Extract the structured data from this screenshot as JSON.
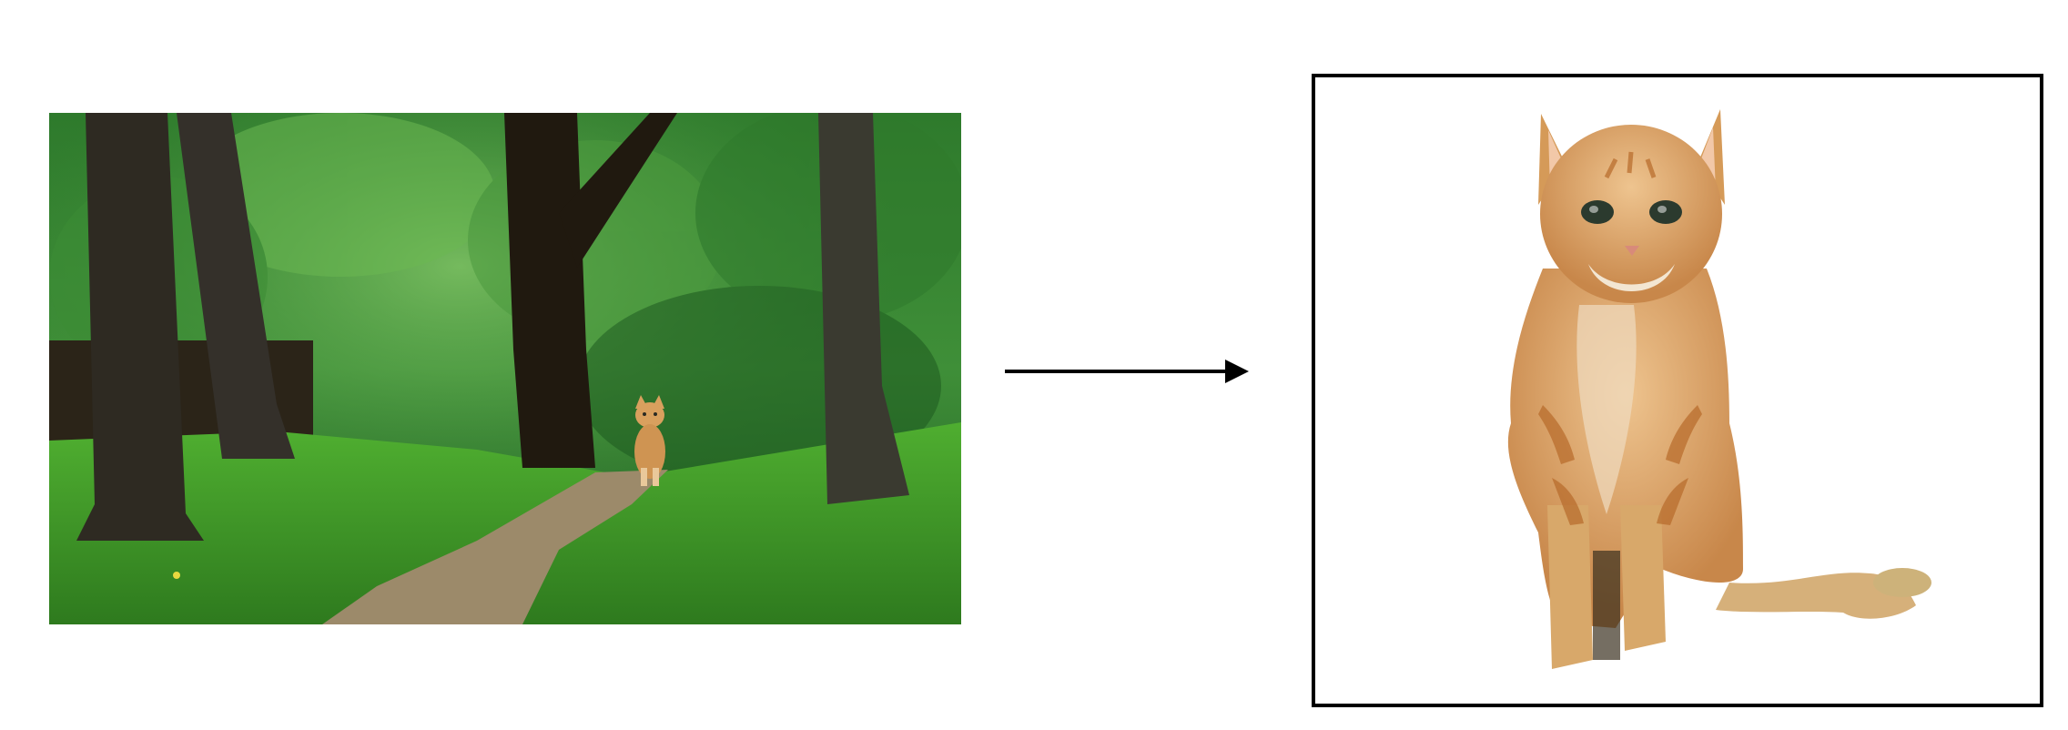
{
  "figure": {
    "source_image": {
      "subject": "cat",
      "scene": "forest path",
      "icon": "photo-icon"
    },
    "transform": {
      "icon": "arrow-right-icon"
    },
    "result_image": {
      "subject": "cat",
      "background": "white",
      "icon": "cutout-icon"
    }
  },
  "colors": {
    "canvas": "#ffffff",
    "frame": "#000000",
    "arrow": "#000000",
    "foliage_dark": "#1f5a22",
    "foliage_light": "#5fa84a",
    "grass": "#3f9a2a",
    "path": "#9c8a6a",
    "bark": "#2a2a22",
    "cat_fur": "#d9a05e",
    "cat_light": "#f0dcc0",
    "cat_stripe": "#b76a2a"
  }
}
